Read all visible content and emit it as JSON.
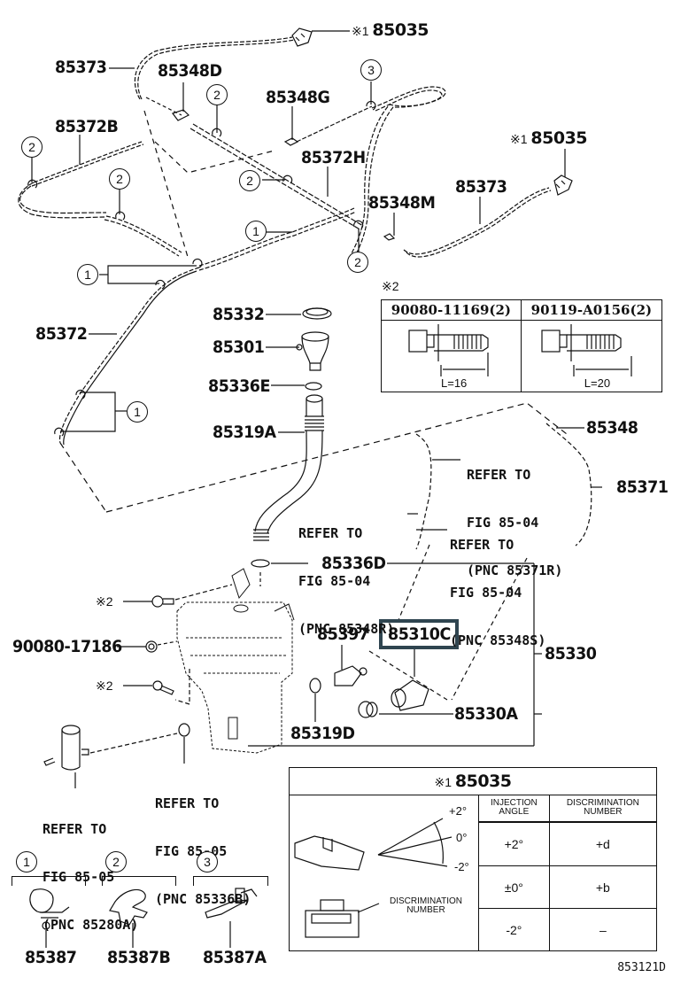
{
  "figure_id": "853121D",
  "parts": {
    "p85035_top": {
      "mark": "※1",
      "pnc": "85035"
    },
    "p85373_top": "85373",
    "p85348D": "85348D",
    "p85348G": "85348G",
    "p85372B": "85372B",
    "p85372H": "85372H",
    "p85035_right": {
      "mark": "※1",
      "pnc": "85035"
    },
    "p85373_right": "85373",
    "p85348M": "85348M",
    "p85372": "85372",
    "p85332": "85332",
    "p85301": "85301",
    "p85336E": "85336E",
    "p85319A": "85319A",
    "p85348": "85348",
    "p85371": "85371",
    "p85336D": "85336D",
    "p90080_17186": "90080-17186",
    "bolt_mark_1": "※2",
    "bolt_mark_2": "※2",
    "p85397": "85397",
    "p85310C": "85310C",
    "p85330": "85330",
    "p85330A": "85330A",
    "p85319D": "85319D"
  },
  "refer_notes": {
    "r85371R": [
      "REFER TO",
      "FIG 85-04",
      "(PNC 85371R)"
    ],
    "r85348R": [
      "REFER TO",
      "FIG 85-04",
      "(PNC 85348R)"
    ],
    "r85348S": [
      "REFER TO",
      "FIG 85-04",
      "(PNC 85348S)"
    ],
    "r85336B": [
      "REFER TO",
      "FIG 85-05",
      "(PNC 85336B)"
    ],
    "r85280A": [
      "REFER TO",
      "FIG 85-05",
      "(PNC 85280A)"
    ]
  },
  "clip_callouts": {
    "c1": "1",
    "c2": "2",
    "c3": "3"
  },
  "bolt_table": {
    "mark": "※2",
    "columns": [
      {
        "part": "90080-11169(2)",
        "length": "L=16"
      },
      {
        "part": "90119-A0156(2)",
        "length": "L=20"
      }
    ]
  },
  "nozzle_table": {
    "mark": "※1",
    "pnc": "85035",
    "diagram_angles": [
      "+2°",
      "0°",
      "-2°"
    ],
    "diagram_note": [
      "DISCRIMINATION",
      "NUMBER"
    ],
    "headers": [
      [
        "INJECTION",
        "ANGLE"
      ],
      [
        "DISCRIMINATION",
        "NUMBER"
      ]
    ],
    "rows": [
      {
        "angle": "+2°",
        "number": "+d"
      },
      {
        "angle": "±0°",
        "number": "+b"
      },
      {
        "angle": "-2°",
        "number": "–"
      }
    ]
  },
  "clips": [
    {
      "callout": "1",
      "pnc": "85387"
    },
    {
      "callout": "2",
      "pnc": "85387B"
    },
    {
      "callout": "3",
      "pnc": "85387A"
    }
  ]
}
